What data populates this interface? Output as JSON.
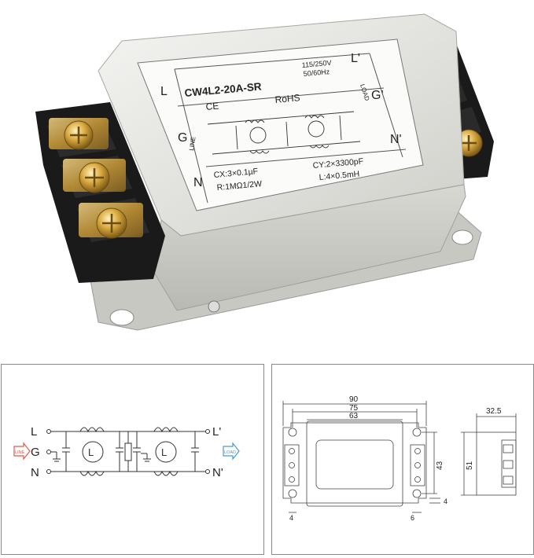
{
  "product": {
    "model": "CW4L2-20A-SR",
    "rating_voltage": "115/250V",
    "rating_freq": "50/60Hz",
    "ce_mark": "CE",
    "rohs": "RoHS",
    "label_line": "LINE",
    "label_load": "LOAD",
    "spec_cx": "CX:3×0.1µF",
    "spec_cy": "CY:2×3300pF",
    "spec_r": "R:1MΩ1/2W",
    "spec_l": "L:4×0.5mH",
    "terminal_l": "L",
    "terminal_g": "G",
    "terminal_n": "N",
    "terminal_l_out": "L'",
    "terminal_g_out": "G'",
    "terminal_n_out": "N'"
  },
  "schematic": {
    "l_in": "L",
    "g_in": "G",
    "n_in": "N",
    "l_out": "L'",
    "n_out": "N'",
    "line_tag": "LINE",
    "load_tag": "LOAD",
    "line_color": "#e05a4a",
    "load_color": "#4a9ad8"
  },
  "dimensions": {
    "d90": "90",
    "d75": "75",
    "d63": "63",
    "d43": "43",
    "d51": "51",
    "d32_5": "32.5",
    "d4_left": "4",
    "d4_right": "4",
    "d6": "6"
  }
}
